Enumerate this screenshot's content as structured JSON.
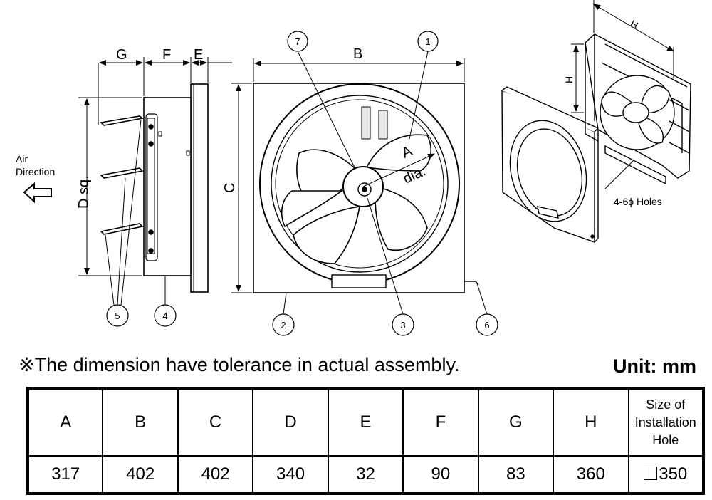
{
  "diagram": {
    "dimension_labels": {
      "G": "G",
      "F": "F",
      "E": "E",
      "B": "B",
      "C": "C",
      "D": "D sq.",
      "A": "A",
      "dia": "dia.",
      "H_top": "H",
      "H_side": "H"
    },
    "air_direction": [
      "Air",
      "Direction"
    ],
    "holes_label": "4-6ϕ Holes",
    "callouts": [
      "1",
      "2",
      "3",
      "4",
      "5",
      "6",
      "7"
    ]
  },
  "note": "※The dimension have tolerance in actual assembly.",
  "unit": "Unit: mm",
  "table": {
    "headers": [
      "A",
      "B",
      "C",
      "D",
      "E",
      "F",
      "G",
      "H",
      [
        "Size of",
        "Installation",
        "Hole"
      ]
    ],
    "values": [
      "317",
      "402",
      "402",
      "340",
      "32",
      "90",
      "83",
      "360"
    ],
    "hole_value": "350"
  },
  "colors": {
    "line": "#000000",
    "background": "#ffffff",
    "shade": "#e8e8e8"
  }
}
